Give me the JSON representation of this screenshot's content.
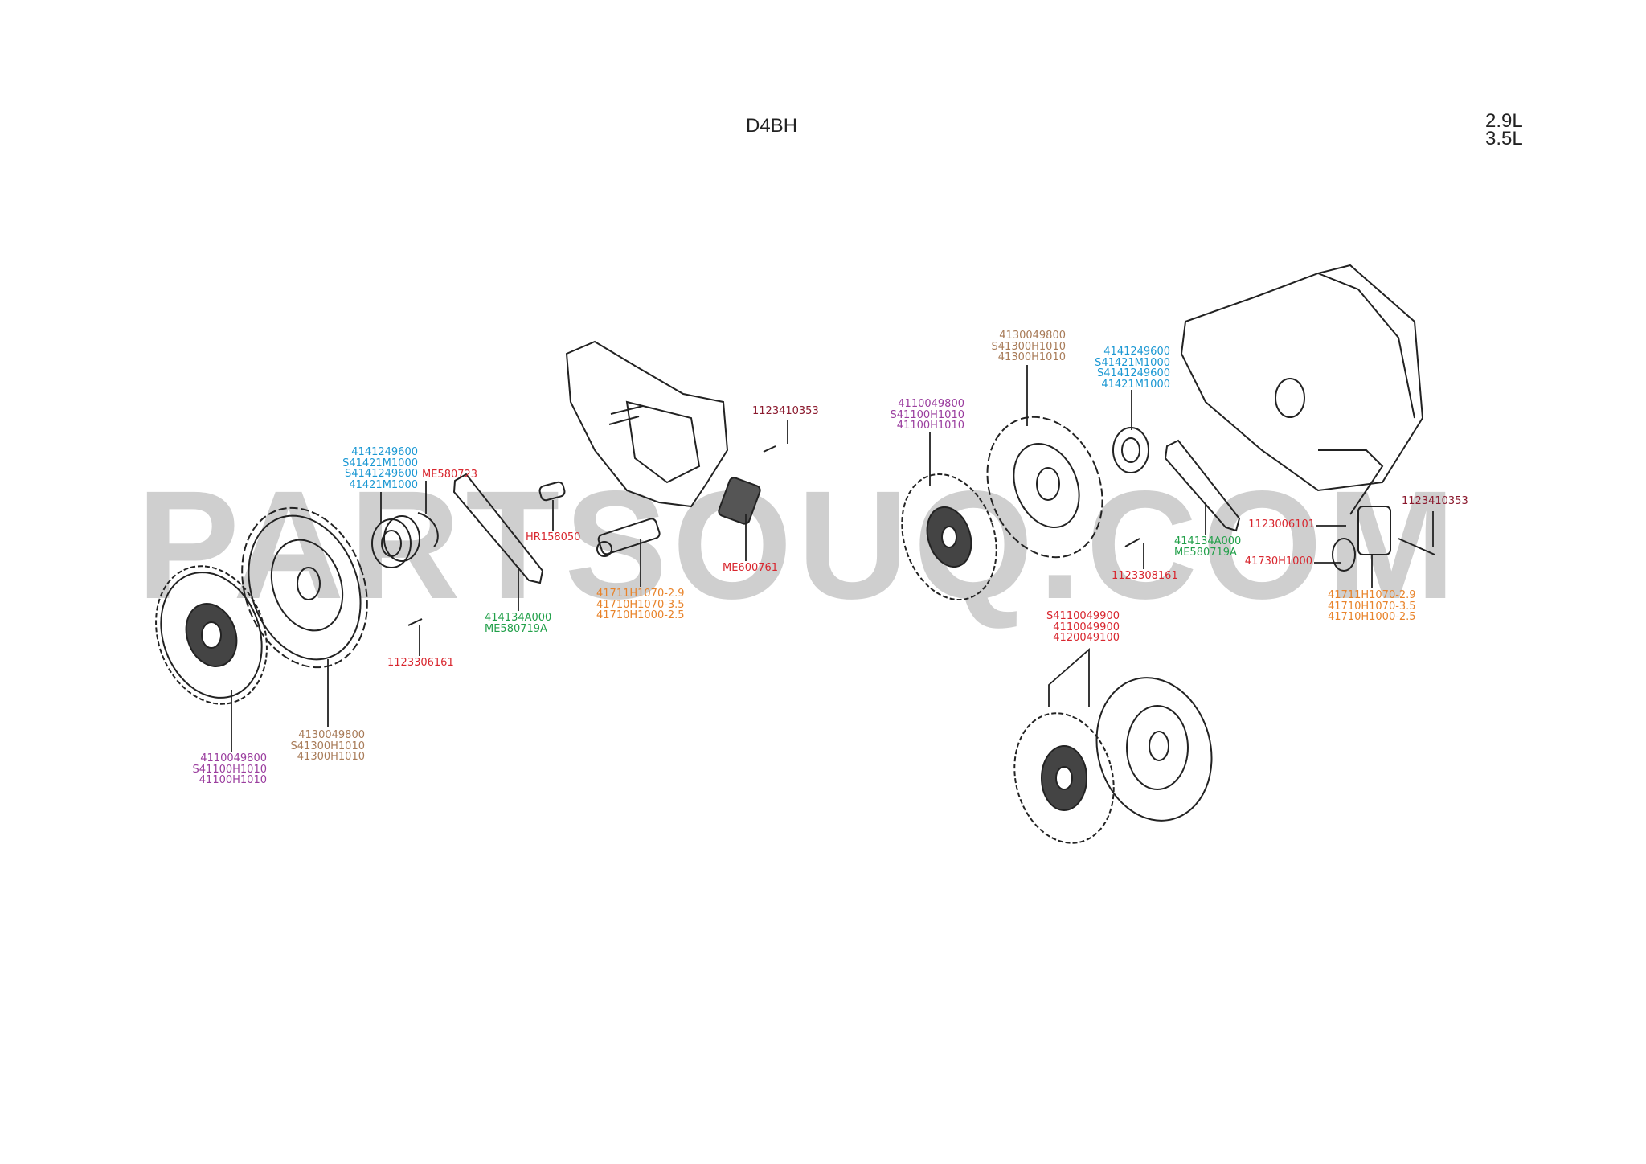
{
  "header": {
    "engine_code": "D4BH",
    "displacements": [
      "2.9L",
      "3.5L"
    ]
  },
  "watermark": "PARTSOUQ.COM",
  "colors": {
    "blue": "#1b98d3",
    "red": "#d8262e",
    "dark_red": "#8b1a2e",
    "purple": "#9a3d9e",
    "brown": "#a87b58",
    "orange": "#e8832a",
    "green": "#22a04a",
    "watermark": "#cfcfcf"
  },
  "callouts": {
    "left_bearing": [
      "4141249600",
      "S41421M1000",
      "S4141249600",
      "41421M1000"
    ],
    "left_clip": [
      "ME580723"
    ],
    "left_pivot": [
      "HR158050"
    ],
    "left_bolt_top": [
      "1123410353"
    ],
    "left_mount": [
      "ME600761"
    ],
    "left_cylinder": [
      "41711H1070-2.9",
      "41710H1070-3.5",
      "41710H1000-2.5"
    ],
    "left_fork": [
      "414134A000",
      "ME580719A"
    ],
    "left_bolt": [
      "1123306161"
    ],
    "left_cover": [
      "4130049800",
      "S41300H1010",
      "41300H1010"
    ],
    "left_disc": [
      "4110049800",
      "S41100H1010",
      "41100H1010"
    ],
    "right_disc": [
      "4110049800",
      "S41100H1010",
      "41100H1010"
    ],
    "right_cover": [
      "4130049800",
      "S41300H1010",
      "41300H1010"
    ],
    "right_bearing": [
      "4141249600",
      "S41421M1000",
      "S4141249600",
      "41421M1000"
    ],
    "right_bolt_top": [
      "1123410353"
    ],
    "right_bolt_small": [
      "1123006101"
    ],
    "right_bracket": [
      "41730H1000"
    ],
    "right_fork": [
      "414134A000",
      "ME580719A"
    ],
    "right_bolt": [
      "1123308161"
    ],
    "right_cylinder": [
      "41711H1070-2.9",
      "41710H1070-3.5",
      "41710H1000-2.5"
    ],
    "clutch_set": [
      "S4110049900",
      "4110049900",
      "4120049100"
    ]
  }
}
